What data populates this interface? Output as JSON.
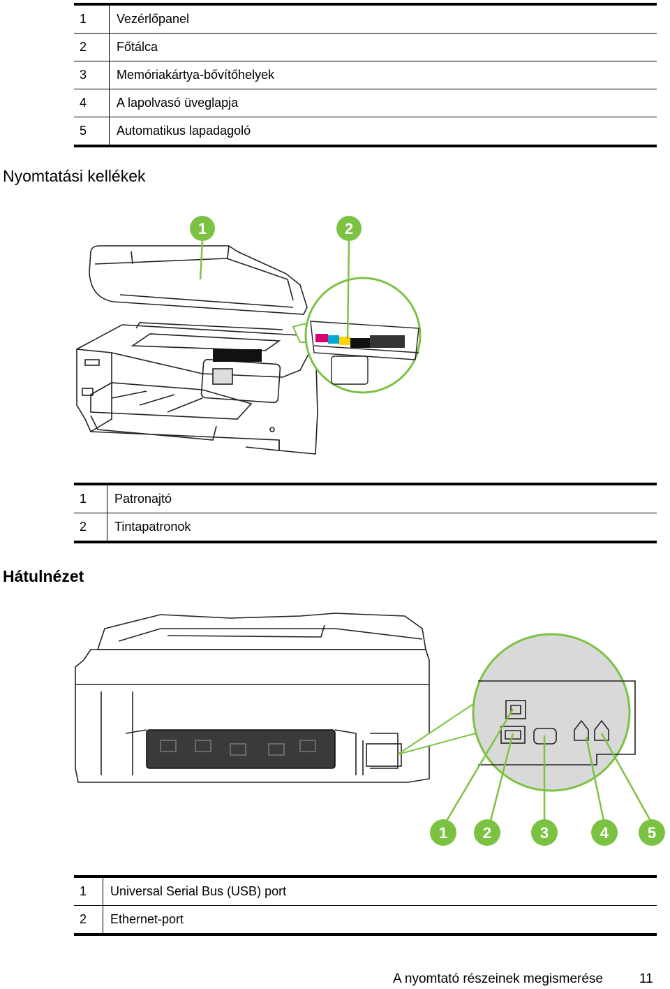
{
  "top_table": {
    "rows": [
      {
        "num": "1",
        "label": "Vezérlőpanel"
      },
      {
        "num": "2",
        "label": "Főtálca"
      },
      {
        "num": "3",
        "label": "Memóriakártya-bővítőhelyek"
      },
      {
        "num": "4",
        "label": "A lapolvasó üveglapja"
      },
      {
        "num": "5",
        "label": "Automatikus lapadagoló"
      }
    ]
  },
  "section_supplies": {
    "heading": "Nyomtatási kellékek",
    "callouts": [
      "1",
      "2"
    ],
    "table": {
      "rows": [
        {
          "num": "1",
          "label": "Patronajtó"
        },
        {
          "num": "2",
          "label": "Tintapatronok"
        }
      ]
    }
  },
  "section_rear": {
    "heading": "Hátulnézet",
    "callouts": [
      "1",
      "2",
      "3",
      "4",
      "5"
    ],
    "table": {
      "rows": [
        {
          "num": "1",
          "label": "Universal Serial Bus (USB) port"
        },
        {
          "num": "2",
          "label": "Ethernet-port"
        }
      ]
    }
  },
  "footer": {
    "title": "A nyomtató részeinek megismerése",
    "page": "11"
  },
  "colors": {
    "callout_green": "#7cc242",
    "line": "#000000"
  }
}
